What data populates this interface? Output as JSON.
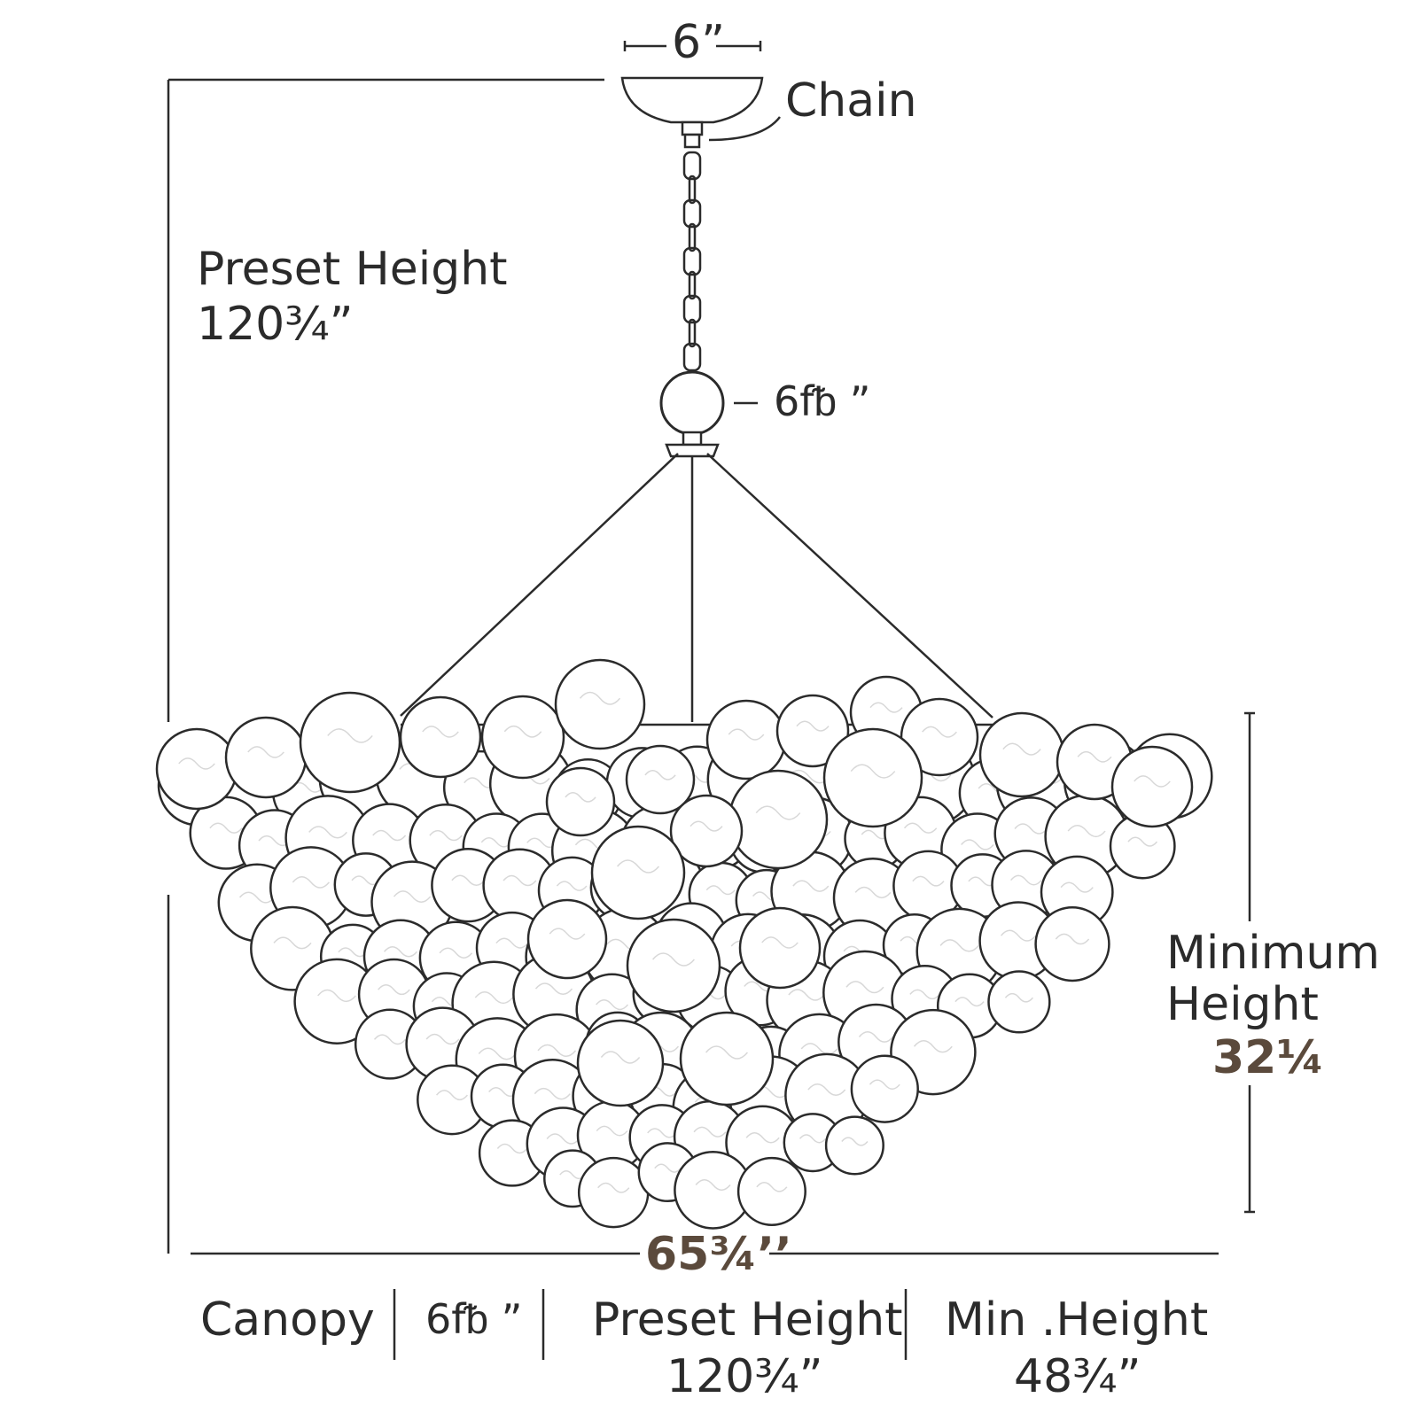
{
  "colors": {
    "ink": "#2b2b2b",
    "accent_brown": "#5b4a3c",
    "background": "#ffffff"
  },
  "labels": {
    "canopy_width": "6”",
    "chain": "Chain",
    "preset_height_title": "Preset Height",
    "preset_height_value": "120¾”",
    "ring_size": "6fᵬ ”",
    "minimum_height_line1": "Minimum",
    "minimum_height_line2": "Height",
    "minimum_height_value": "32¼",
    "overall_width": "65¾’’"
  },
  "spec_table": {
    "items": [
      {
        "label": "Canopy"
      },
      {
        "label": "6fᵬ ”"
      },
      {
        "label": "Preset Height",
        "value": "120¾”"
      },
      {
        "label": "Min .Height",
        "value": "48¾”"
      }
    ]
  }
}
